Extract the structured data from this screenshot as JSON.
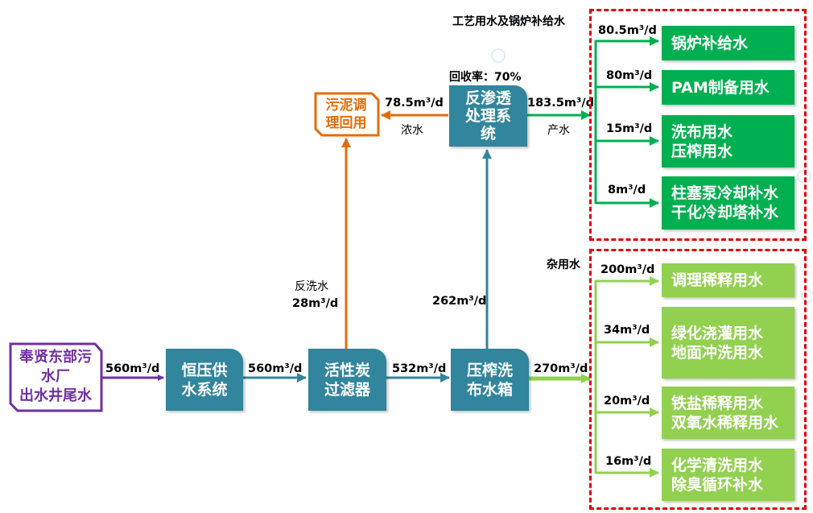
{
  "colors": {
    "source": "#7030a0",
    "process": "#31859c",
    "sludge": "#e36c09",
    "process_water": "#00b050",
    "misc_water": "#92d050",
    "group_border": "#e00000"
  },
  "source": {
    "lines": [
      "奉贤东部污",
      "水厂",
      "出水井尾水"
    ]
  },
  "nodes": {
    "pressure_supply": {
      "lines": [
        "恒压供",
        "水系统"
      ]
    },
    "carbon_filter": {
      "lines": [
        "活性炭",
        "过滤器"
      ]
    },
    "wash_tank": {
      "lines": [
        "压榨洗",
        "布水箱"
      ]
    },
    "reverse_osmosis": {
      "lines": [
        "反渗透",
        "处理系",
        "统"
      ]
    },
    "sludge": {
      "lines": [
        "污泥调",
        "理回用"
      ]
    }
  },
  "flows": {
    "source_to_supply": "560m³/d",
    "supply_to_filter": "560m³/d",
    "filter_to_tank": "532m³/d",
    "tank_to_misc": "270m³/d",
    "tank_to_ro": "262m³/d",
    "backwash_label": "反洗水",
    "backwash_value": "28m³/d",
    "concentrate_value": "78.5m³/d",
    "concentrate_label": "浓水",
    "product_value": "183.5m³/d",
    "product_label": "产水",
    "recovery_rate": "回收率：70%"
  },
  "groups": {
    "process": {
      "title": "工艺用水及锅炉补给水",
      "items": [
        {
          "flow": "80.5m³/d",
          "lines": [
            "锅炉补给水"
          ]
        },
        {
          "flow": "80m³/d",
          "lines": [
            "PAM制备用水"
          ]
        },
        {
          "flow": "15m³/d",
          "lines": [
            "洗布用水",
            "压榨用水"
          ]
        },
        {
          "flow": "8m³/d",
          "lines": [
            "柱塞泵冷却补水",
            "干化冷却塔补水"
          ]
        }
      ]
    },
    "misc": {
      "title": "杂用水",
      "items": [
        {
          "flow": "200m³/d",
          "lines": [
            "调理稀释用水"
          ]
        },
        {
          "flow": "34m³/d",
          "lines": [
            "绿化浇灌用水",
            "地面冲洗用水"
          ]
        },
        {
          "flow": "20m³/d",
          "lines": [
            "铁盐稀释用水",
            "双氧水稀释用水"
          ]
        },
        {
          "flow": "16m³/d",
          "lines": [
            "化学清洗用水",
            "除臭循环补水"
          ]
        }
      ]
    }
  }
}
